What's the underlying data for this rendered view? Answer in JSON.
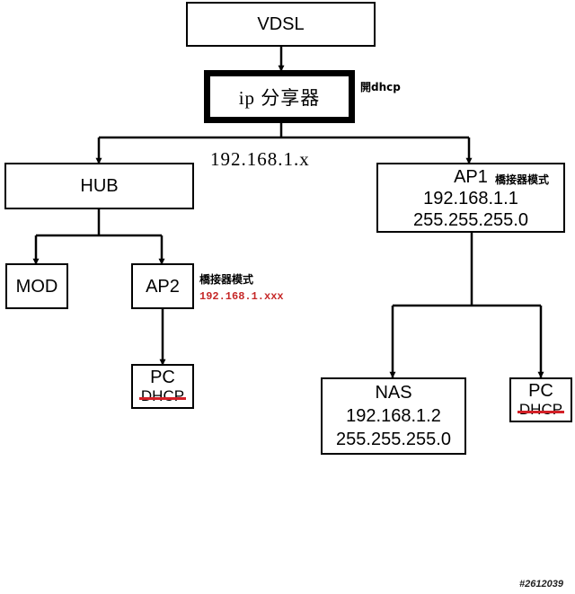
{
  "colors": {
    "line": "#000000",
    "strike": "#d32027",
    "red_text": "#c62828"
  },
  "nodes": {
    "vdsl": {
      "label": "VDSL"
    },
    "router": {
      "label": "ip 分享器",
      "note": "開dhcp"
    },
    "subnet_label": "192.168.1.x",
    "hub": {
      "label": "HUB"
    },
    "ap1": {
      "label": "AP1",
      "mode": "橋接器模式",
      "ip": "192.168.1.1",
      "mask": "255.255.255.0"
    },
    "mod": {
      "label": "MOD"
    },
    "ap2": {
      "label": "AP2",
      "mode": "橋接器模式",
      "ip": "192.168.1.xxx"
    },
    "pc_left": {
      "label": "PC",
      "dhcp": "DHCP"
    },
    "nas": {
      "label": "NAS",
      "ip": "192.168.1.2",
      "mask": "255.255.255.0"
    },
    "pc_right": {
      "label": "PC",
      "dhcp": "DHCP"
    }
  },
  "watermark": "#2612039"
}
